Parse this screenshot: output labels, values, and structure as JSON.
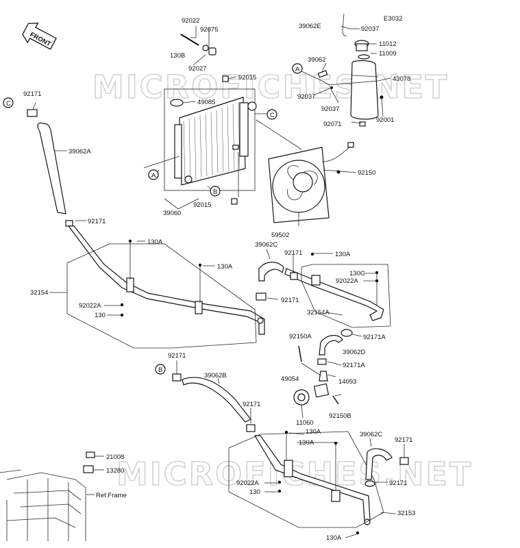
{
  "code": "E3032",
  "front_label": "FRONT",
  "watermark": "MICROFICHES.NET",
  "ref_label": "Ref.Frame",
  "refs": {
    "a": "A",
    "b": "B",
    "c": "C"
  },
  "parts": {
    "p92022": "92022",
    "p92075": "92075",
    "p130B": "130B",
    "p92027": "92027",
    "p92015a": "92015",
    "p49085": "49085",
    "p39060": "39060",
    "p92015b": "92015",
    "p59502": "59502",
    "p92150": "92150",
    "p39062E": "39062E",
    "p92037a": "92037",
    "p11012": "11012",
    "p11009": "11009",
    "p39062": "39062",
    "p43078": "43078",
    "p92037b": "92037",
    "p92037c": "92037",
    "p92071": "92071",
    "p92001": "92001",
    "p92171a": "92171",
    "p39062A": "39062A",
    "p92171b": "92171",
    "p130Aa": "130A",
    "p130Ab": "130A",
    "p32154": "32154",
    "p92022Aa": "92022A",
    "p130a": "130",
    "p39062C": "39062C",
    "p92171c": "92171",
    "p130Ac": "130A",
    "p130C": "130C",
    "p92022Ab": "92022A",
    "p92171d": "92171",
    "p32154A": "32154A",
    "p92171A": "92171A",
    "p92150A": "92150A",
    "p39062D": "39062D",
    "p92171Ab": "92171A",
    "p49054": "49054",
    "p14093": "14093",
    "p11060": "11060",
    "p92150B": "92150B",
    "p92171e": "92171",
    "p39062B": "39062B",
    "p92171f": "92171",
    "p130Ad": "130A",
    "p130Ae": "130A",
    "p39062Cb": "39062C",
    "p92171g": "92171",
    "p92171h": "92171",
    "p21008": "21008",
    "p13280": "13280",
    "p92022Ac": "92022A",
    "p130b": "130",
    "p32153": "32153",
    "p130Af": "130A"
  }
}
